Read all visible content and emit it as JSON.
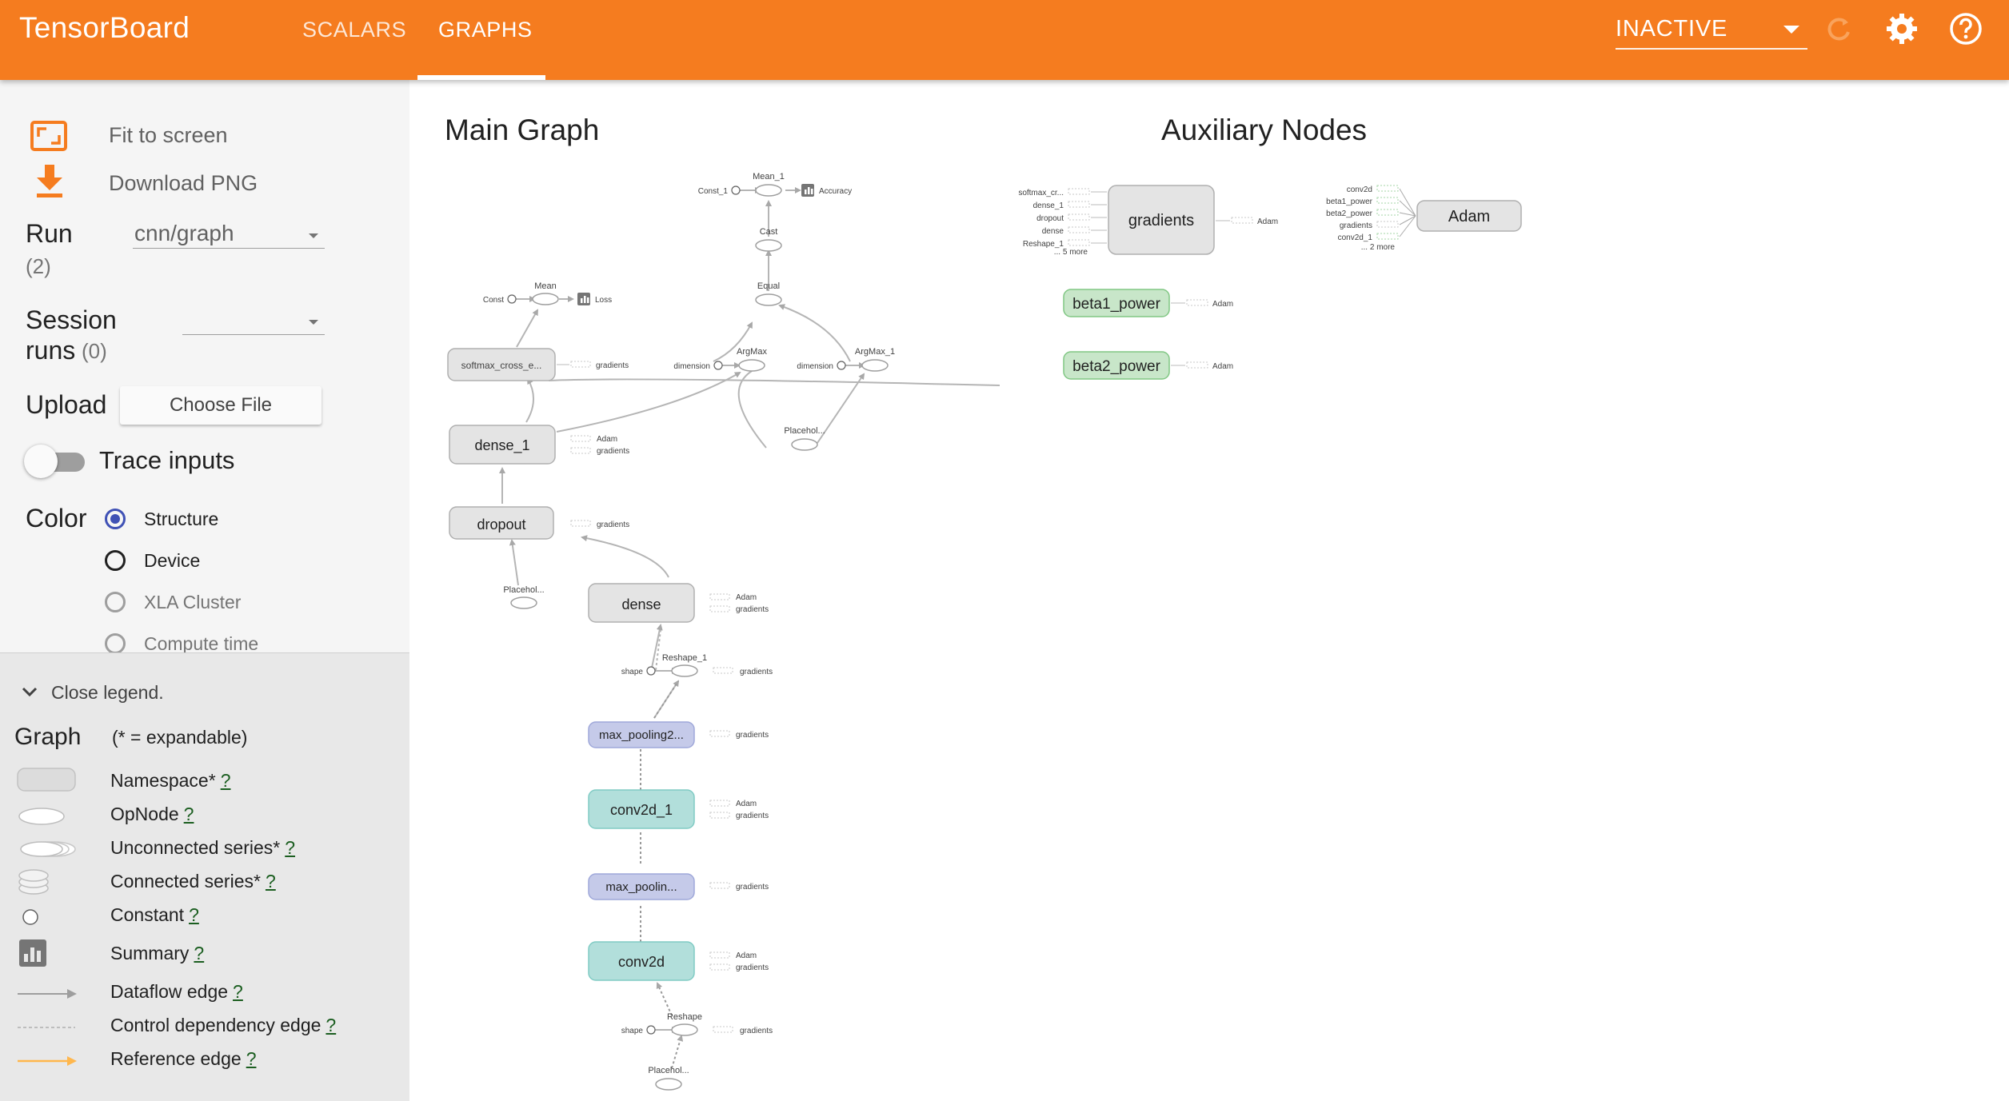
{
  "header": {
    "brand": "TensorBoard",
    "tabs": [
      {
        "label": "SCALARS"
      },
      {
        "label": "GRAPHS"
      }
    ],
    "active_tab": "GRAPHS",
    "status_select": "INACTIVE",
    "icons": [
      "refresh-icon",
      "settings-icon",
      "help-icon"
    ]
  },
  "sidebar": {
    "fit_to_screen": "Fit to screen",
    "download_png": "Download PNG",
    "run_label": "Run",
    "run_count": "(2)",
    "run_value": "cnn/graph",
    "session_label_1": "Session",
    "session_label_2": "runs",
    "session_count": "(0)",
    "upload_label": "Upload",
    "choose_file": "Choose File",
    "trace_inputs": "Trace inputs",
    "color_label": "Color",
    "color_options": [
      {
        "label": "Structure",
        "selected": true
      },
      {
        "label": "Device",
        "selected": false
      },
      {
        "label": "XLA Cluster",
        "selected": false
      },
      {
        "label": "Compute time",
        "selected": false
      }
    ]
  },
  "legend": {
    "close_legend": "Close legend.",
    "graph_label": "Graph",
    "expandable_note": "(* = expandable)",
    "q": "?",
    "items": [
      {
        "label": "Namespace*"
      },
      {
        "label": "OpNode"
      },
      {
        "label": "Unconnected series*"
      },
      {
        "label": "Connected series*"
      },
      {
        "label": "Constant"
      },
      {
        "label": "Summary"
      },
      {
        "label": "Dataflow edge"
      },
      {
        "label": "Control dependency edge"
      },
      {
        "label": "Reference edge"
      }
    ]
  },
  "main": {
    "main_graph_title": "Main Graph",
    "aux_title": "Auxiliary Nodes"
  },
  "graph": {
    "mean_1": "Mean_1",
    "const_1": "Const_1",
    "accuracy": "Accuracy",
    "cast": "Cast",
    "equal": "Equal",
    "mean": "Mean",
    "const": "Const",
    "loss": "Loss",
    "argmax": "ArgMax",
    "argmax_1": "ArgMax_1",
    "dimension": "dimension",
    "softmax": "softmax_cross_e...",
    "gradients": "gradients",
    "adam": "Adam",
    "placehol_a": "Placehol...",
    "dense_1": "dense_1",
    "dropout": "dropout",
    "placehol_b": "Placehol...",
    "dense": "dense",
    "reshape_1": "Reshape_1",
    "shape": "shape",
    "max_pooling2": "max_pooling2...",
    "conv2d_1": "conv2d_1",
    "max_poolin": "max_poolin...",
    "conv2d": "conv2d",
    "reshape": "Reshape",
    "placehol_c": "Placehol..."
  },
  "aux": {
    "gradients_inputs": [
      "softmax_cr...",
      "dense_1",
      "dropout",
      "dense",
      "Reshape_1"
    ],
    "gradients_more": "... 5 more",
    "gradients": "gradients",
    "adam_out": "Adam",
    "adam_inputs": [
      "conv2d",
      "beta1_power",
      "beta2_power",
      "gradients",
      "conv2d_1"
    ],
    "adam_more": "... 2 more",
    "adam": "Adam",
    "beta1_power": "beta1_power",
    "beta2_power": "beta2_power"
  },
  "colors": {
    "header": "#f57c1f",
    "namespace_fill": "#e4e4e4",
    "pool_fill": "#c5cae9",
    "conv_fill": "#b2dfdb",
    "beta_fill": "#c8e6c9",
    "radio_selected": "#3f51b5"
  }
}
